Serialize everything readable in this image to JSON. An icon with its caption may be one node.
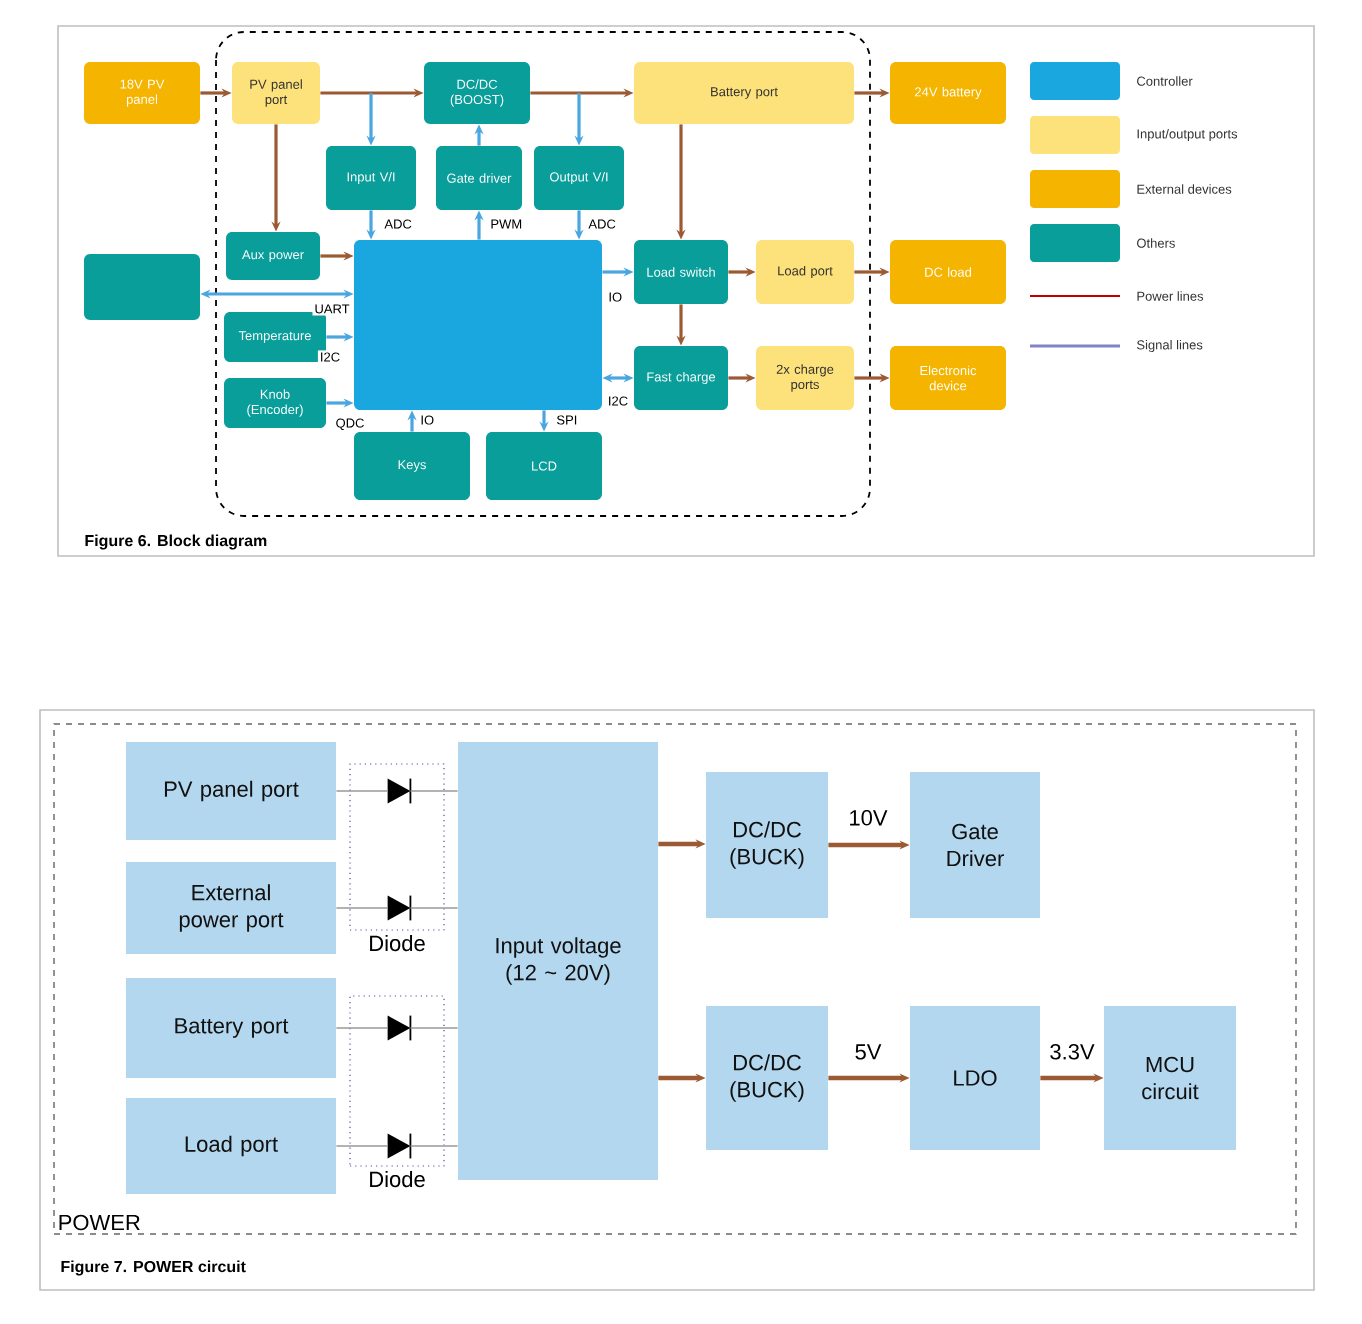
{
  "diagram": {
    "nodes": [
      {
        "text": [
          "18V PV panel"
        ]
      },
      {
        "text": [
          "PV panel port"
        ]
      },
      {
        "text": [
          "DC/DC (BOOST)"
        ]
      },
      {
        "text": [
          "Battery port"
        ]
      },
      {
        "text": [
          "24V battery"
        ]
      },
      {
        "text": [
          "Input V/I"
        ]
      },
      {
        "text": [
          "Gate driver"
        ]
      },
      {
        "text": [
          "Output V/I"
        ]
      },
      {
        "text": [
          "Aux power"
        ]
      },
      {
        "text": [],
        "shape": "box"
      },
      {
        "text": [],
        "shape": "box"
      },
      {
        "text": [
          "Load switch"
        ]
      },
      {
        "text": [
          "Load port"
        ]
      },
      {
        "text": [
          "DC load"
        ]
      },
      {
        "text": [
          "Temperature"
        ]
      },
      {
        "text": [
          "Knob (Encoder)"
        ]
      },
      {
        "text": [
          "Fast charge"
        ]
      },
      {
        "text": [
          "2x charge ports"
        ]
      },
      {
        "text": [
          "Electronic device"
        ]
      },
      {
        "text": [
          "Keys"
        ]
      },
      {
        "text": [
          "LCD"
        ]
      },
      {
        "text": [
          "POWER"
        ]
      },
      {
        "text": [
          "PV panel port"
        ],
        "in": 21
      },
      {
        "text": [
          "External power port"
        ],
        "in": 21
      },
      {
        "text": [
          "Battery port"
        ],
        "in": 21
      },
      {
        "text": [
          "Load port"
        ],
        "in": 21
      },
      {
        "text": [
          "Input voltage (12 ~ 20V)"
        ],
        "in": 21
      },
      {
        "text": [
          "DC/DC (BUCK)"
        ],
        "in": 21
      },
      {
        "text": [
          "Gate Driver"
        ],
        "in": 21
      },
      {
        "text": [
          "DC/DC (BUCK)"
        ],
        "in": 21
      },
      {
        "text": [
          "LDO"
        ],
        "in": 21
      },
      {
        "text": [
          "MCU circuit"
        ],
        "in": 21
      },
      {
        "text": [
          "Diode"
        ],
        "in": 21
      },
      {
        "text": [
          "Diode"
        ],
        "in": 21
      },
      {
        "text": [],
        "shape": "diode",
        "in": 32
      },
      {
        "text": [],
        "shape": "diode",
        "in": 32
      },
      {
        "text": [],
        "shape": "diode",
        "in": 33
      },
      {
        "text": [],
        "shape": "diode",
        "in": 33
      }
    ],
    "edges": [
      {
        "from": 0,
        "to": 1,
        "arrow": "to"
      },
      {
        "from": 1,
        "to": 2,
        "arrow": "to"
      },
      {
        "from": 2,
        "to": 3,
        "arrow": "to"
      },
      {
        "from": 3,
        "to": 4,
        "arrow": "to"
      },
      {
        "from": 1,
        "to": 8,
        "arrow": "to"
      },
      {
        "from": 8,
        "to": 10,
        "arrow": "to"
      },
      {
        "from": 3,
        "to": 11,
        "arrow": "to"
      },
      {
        "from": 11,
        "to": 12,
        "arrow": "to"
      },
      {
        "from": 12,
        "to": 13,
        "arrow": "to"
      },
      {
        "from": 11,
        "to": 16,
        "arrow": "to"
      },
      {
        "from": 16,
        "to": 17,
        "arrow": "to"
      },
      {
        "from": 17,
        "to": 18,
        "arrow": "to"
      },
      {
        "from": null,
        "to": 5,
        "arrow": "to",
        "color": "#4aa6e0"
      },
      {
        "from": 6,
        "to": 2,
        "arrow": "to",
        "color": "#4aa6e0"
      },
      {
        "from": null,
        "to": 7,
        "arrow": "to",
        "color": "#4aa6e0"
      },
      {
        "from": 5,
        "to": 10,
        "arrow": "to",
        "label": "ADC",
        "color": "#4aa6e0"
      },
      {
        "from": 10,
        "to": 6,
        "arrow": "to",
        "label": "PWM",
        "color": "#4aa6e0"
      },
      {
        "from": 7,
        "to": 10,
        "arrow": "to",
        "label": "ADC",
        "color": "#4aa6e0"
      },
      {
        "from": 10,
        "to": 9,
        "arrow": "both",
        "label": "UART",
        "color": "#4aa6e0"
      },
      {
        "from": 10,
        "to": 11,
        "arrow": "to",
        "label": "IO",
        "color": "#4aa6e0"
      },
      {
        "from": 14,
        "to": 10,
        "arrow": "to",
        "label": "I2C",
        "color": "#4aa6e0"
      },
      {
        "from": 15,
        "to": 10,
        "arrow": "to",
        "label": "QDC",
        "color": "#4aa6e0"
      },
      {
        "from": 19,
        "to": 10,
        "arrow": "to",
        "label": "IO",
        "color": "#4aa6e0"
      },
      {
        "from": 10,
        "to": 20,
        "arrow": "to",
        "label": "SPI",
        "color": "#4aa6e0"
      },
      {
        "from": 10,
        "to": 16,
        "arrow": "both",
        "label": "I2C",
        "color": "#4aa6e0"
      },
      {
        "from": 22,
        "to": 34,
        "arrow": "none",
        "color": "#999999"
      },
      {
        "from": 23,
        "to": 35,
        "arrow": "none",
        "color": "#999999"
      },
      {
        "from": 24,
        "to": 36,
        "arrow": "none",
        "color": "#999999"
      },
      {
        "from": 25,
        "to": 37,
        "arrow": "none",
        "color": "#999999"
      },
      {
        "from": 26,
        "to": 27,
        "arrow": "to"
      },
      {
        "from": 27,
        "to": 28,
        "arrow": "to",
        "label": "10V"
      },
      {
        "from": 26,
        "to": 29,
        "arrow": "to"
      },
      {
        "from": 29,
        "to": 30,
        "arrow": "to",
        "label": "5V"
      },
      {
        "from": 30,
        "to": 31,
        "arrow": "to",
        "label": "3.3V"
      },
      {
        "from": 34,
        "to": 26,
        "arrow": "none",
        "color": "#999999"
      },
      {
        "from": 35,
        "to": 26,
        "arrow": "none",
        "color": "#999999"
      },
      {
        "from": 36,
        "to": 26,
        "arrow": "none",
        "color": "#999999"
      },
      {
        "from": 37,
        "to": 26,
        "arrow": "none",
        "color": "#999999"
      }
    ],
    "labels": [
      "Figure 6.  Block diagram",
      "Figure 7.  POWER circuit"
    ],
    "legend": [
      {
        "text": "Controller",
        "color": "#1aa7e0"
      },
      {
        "text": "Input/output ports",
        "color": "#fde17a"
      },
      {
        "text": "External devices",
        "color": "#f5b400"
      },
      {
        "text": "Others",
        "color": "#0a9e9b"
      },
      {
        "text": "Power lines"
      },
      {
        "text": "Signal lines"
      }
    ]
  }
}
